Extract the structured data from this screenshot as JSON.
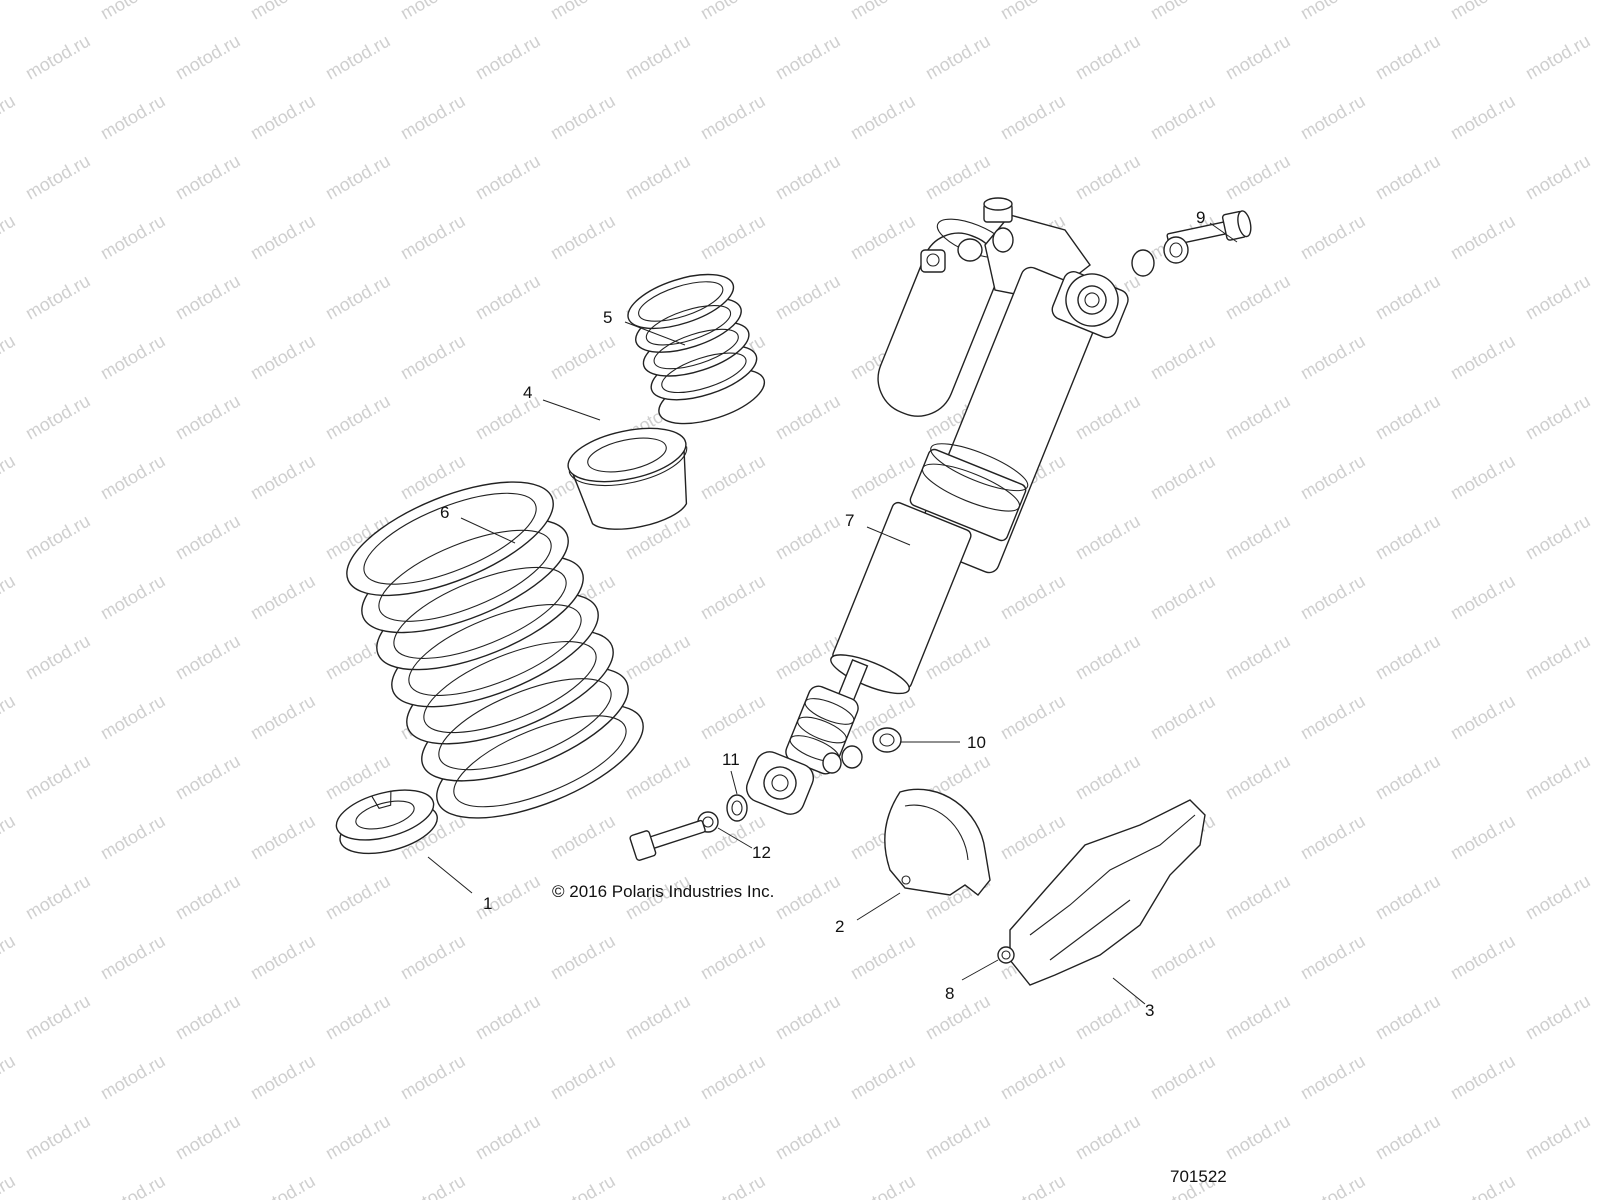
{
  "watermark": "motod.ru",
  "copyright": "© 2016 Polaris Industries Inc.",
  "diagram_id": "701522",
  "callouts": [
    {
      "id": "c1",
      "label": "1"
    },
    {
      "id": "c2",
      "label": "2"
    },
    {
      "id": "c3",
      "label": "3"
    },
    {
      "id": "c4",
      "label": "4"
    },
    {
      "id": "c5",
      "label": "5"
    },
    {
      "id": "c6",
      "label": "6"
    },
    {
      "id": "c7",
      "label": "7"
    },
    {
      "id": "c8",
      "label": "8"
    },
    {
      "id": "c9",
      "label": "9"
    },
    {
      "id": "c10",
      "label": "10"
    },
    {
      "id": "c11",
      "label": "11"
    },
    {
      "id": "c12",
      "label": "12"
    }
  ]
}
